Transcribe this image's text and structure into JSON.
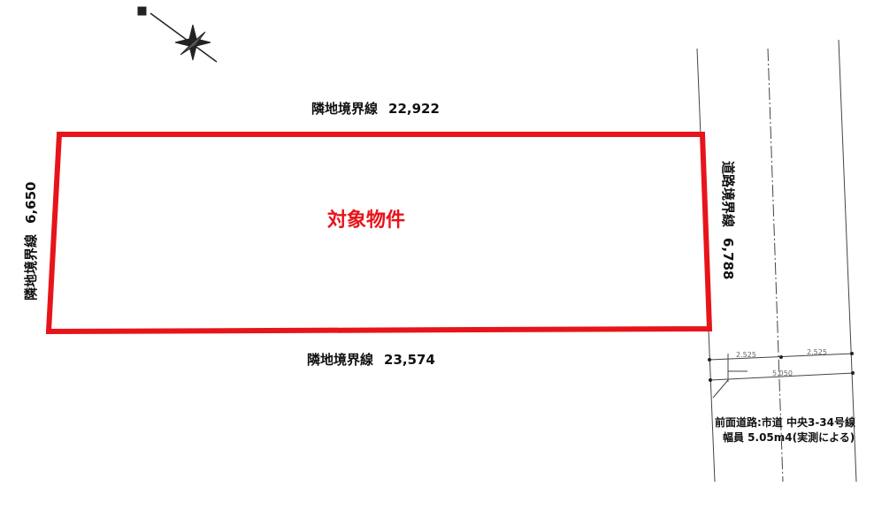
{
  "subject": "対象物件",
  "boundaries": {
    "top": {
      "label": "隣地境界線",
      "length": "22,922"
    },
    "bottom": {
      "label": "隣地境界線",
      "length": "23,574"
    },
    "left": {
      "label": "隣地境界線",
      "length": "6,650"
    },
    "right": {
      "label": "道路境界線",
      "length": "6,788"
    }
  },
  "road_dims": {
    "a": "2.525",
    "b": "2.525",
    "total": "5.050"
  },
  "road_note": {
    "line1": "前面道路:市道 中央3-34号線",
    "line2": "幅員 5.05m4(実測による)"
  },
  "colors": {
    "boundary": "#e8141b"
  },
  "icons": {
    "compass": "north-arrow-icon"
  }
}
